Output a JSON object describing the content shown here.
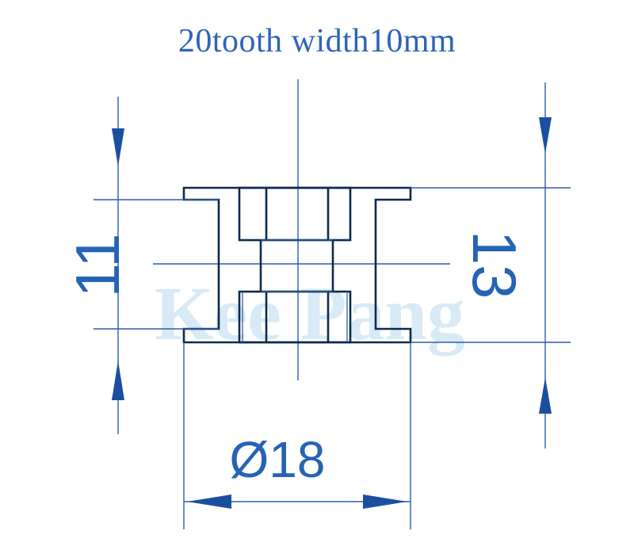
{
  "title": "20tooth width10mm",
  "dimensions": {
    "height_inner": "11",
    "height_outer": "13",
    "diameter": "Ø18"
  },
  "watermark": "Kee Pang",
  "colors": {
    "title": "#2e64b8",
    "lines": "#2a5fa8",
    "outline": "#0d2a4e",
    "watermark": "#d7eaf6"
  }
}
